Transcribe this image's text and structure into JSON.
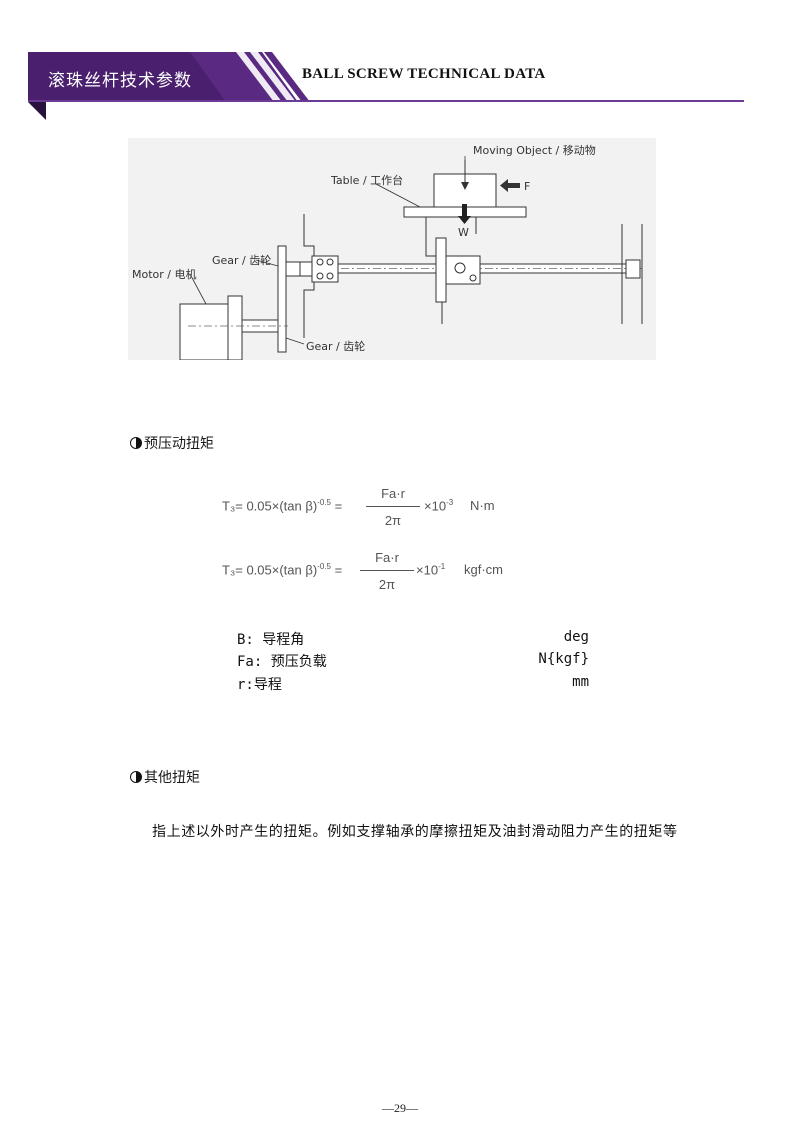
{
  "header": {
    "title_cn": "滚珠丝杆技术参数",
    "title_en": "BALL SCREW TECHNICAL DATA"
  },
  "diagram": {
    "labels": {
      "moving_object": "Moving Object / 移动物",
      "table": "Table / 工作台",
      "force_f": "F",
      "weight_w": "W",
      "gear_top": "Gear / 齿轮",
      "motor": "Motor / 电机",
      "gear_bottom": "Gear / 齿轮"
    }
  },
  "section1": {
    "title": "预压动扭矩",
    "formula1": {
      "lhs": "T₃= 0.05×(tan β)",
      "lhs_exp": "-0.5",
      "eq": "=",
      "numerator": "Fa·r",
      "denominator": "2π",
      "mult": "×10",
      "mult_exp": "-3",
      "unit": "N·m"
    },
    "formula2": {
      "lhs": "T₃= 0.05×(tan β)",
      "lhs_exp": "-0.5",
      "eq": "=",
      "numerator": "Fa·r",
      "denominator": "2π",
      "mult": "×10",
      "mult_exp": "-1",
      "unit": "kgf·cm"
    },
    "variables": [
      {
        "symbol": "B: 导程角",
        "unit": "deg"
      },
      {
        "symbol": "Fa: 预压负载",
        "unit": "N{kgf}"
      },
      {
        "symbol": "r:导程",
        "unit": "mm"
      }
    ]
  },
  "section2": {
    "title": "其他扭矩",
    "description": "指上述以外时产生的扭矩。例如支撑轴承的摩擦扭矩及油封滑动阻力产生的扭矩等"
  },
  "footer": {
    "page_number": "—29—"
  }
}
